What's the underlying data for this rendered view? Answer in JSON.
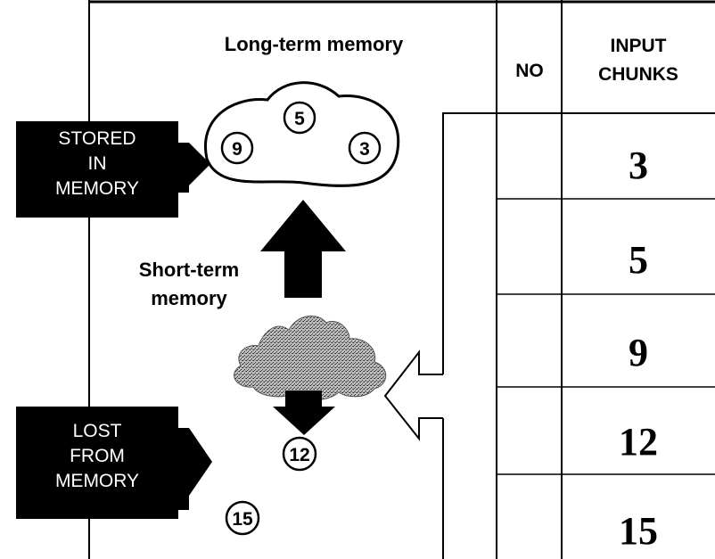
{
  "long_term": {
    "title": "Long-term memory",
    "items": [
      "5",
      "9",
      "3"
    ]
  },
  "short_term": {
    "label_line1": "Short-term",
    "label_line2": "memory"
  },
  "lost": {
    "items": [
      "12",
      "15"
    ]
  },
  "stored_box": [
    "STORED",
    "IN",
    "MEMORY"
  ],
  "lost_box": [
    "LOST",
    "FROM",
    "MEMORY"
  ],
  "table": {
    "col_no": "NO",
    "col_input_line1": "INPUT",
    "col_input_line2": "CHUNKS",
    "rows": [
      "3",
      "5",
      "9",
      "12",
      "15"
    ]
  }
}
